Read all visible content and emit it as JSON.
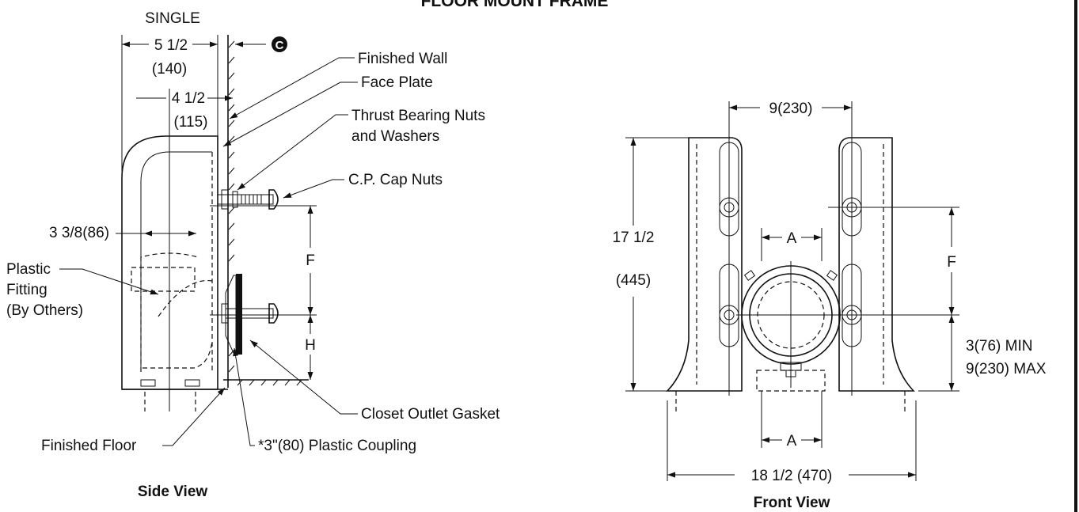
{
  "title": "FLOOR MOUNT FRAME",
  "side_view": {
    "heading": "SINGLE",
    "caption": "Side View",
    "dim_width_in": "5 1/2",
    "dim_width_mm": "(140)",
    "dim_inner_in": "4 1/2",
    "dim_inner_mm": "(115)",
    "dim_pipe": "3 3/8(86)",
    "dim_f": "F",
    "dim_h": "H",
    "centerline_symbol": "C",
    "labels": {
      "finished_wall": "Finished Wall",
      "face_plate": "Face Plate",
      "thrust_line1": "Thrust Bearing Nuts",
      "thrust_line2": "and Washers",
      "cap_nuts": "C.P. Cap Nuts",
      "plastic_line1": "Plastic",
      "plastic_line2": "Fitting",
      "plastic_line3": "(By Others)",
      "gasket": "Closet Outlet Gasket",
      "finished_floor": "Finished Floor",
      "coupling": "*3\"(80) Plastic Coupling"
    }
  },
  "front_view": {
    "caption": "Front View",
    "dim_top": "9(230)",
    "dim_height_in": "17 1/2",
    "dim_height_mm": "(445)",
    "dim_a": "A",
    "dim_f": "F",
    "dim_min": "3(76) MIN",
    "dim_max": "9(230) MAX",
    "dim_bottom": "18 1/2 (470)"
  }
}
